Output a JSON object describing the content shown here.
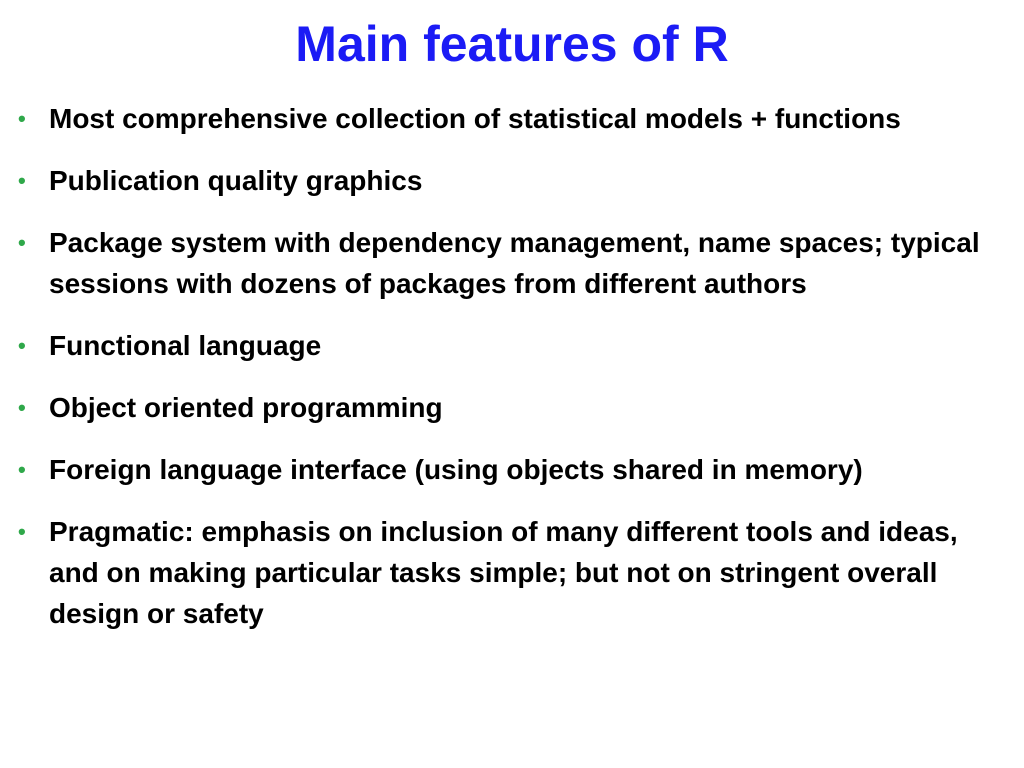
{
  "slide": {
    "title": "Main features of R",
    "title_color": "#1b1bf5",
    "bullet_color": "#2fa84a",
    "bullet_glyph": "•",
    "bullets": [
      "Most comprehensive collection of statistical models + functions",
      "Publication quality graphics",
      "Package system with dependency management, name spaces; typical sessions with dozens of packages from different authors",
      "Functional language",
      "Object oriented programming",
      "Foreign language interface (using objects shared in memory)",
      "Pragmatic: emphasis on inclusion of many different tools and ideas, and on making particular tasks simple; but not on stringent overall design or safety"
    ]
  }
}
